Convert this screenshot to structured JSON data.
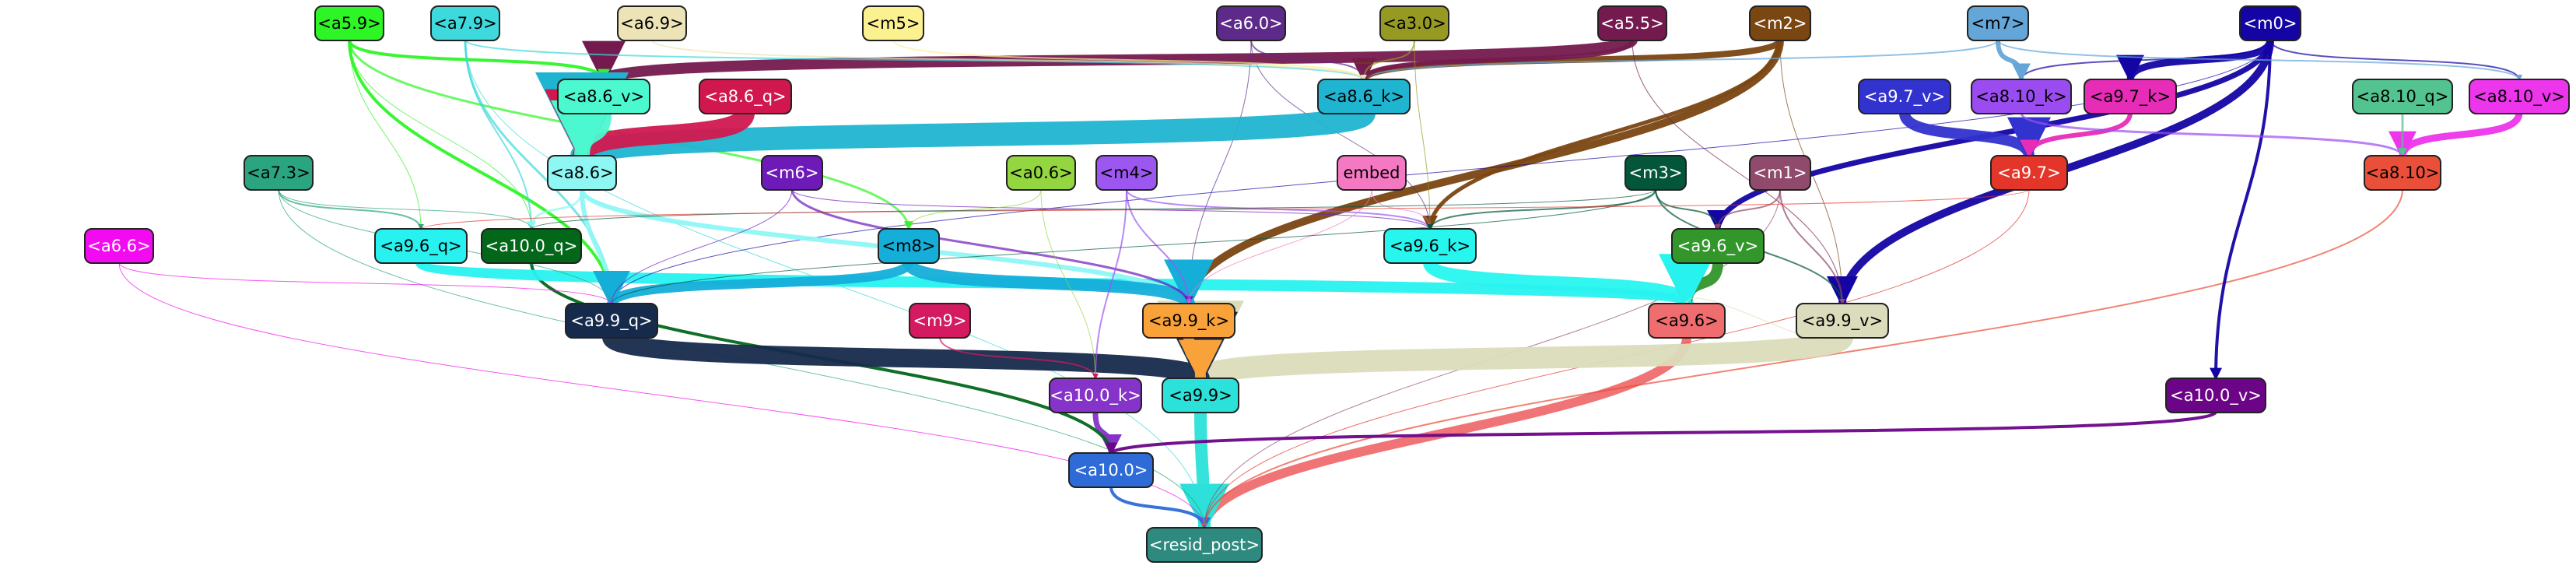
{
  "nodes": [
    {
      "id": "a5_9",
      "label": "<a5.9>",
      "color": "#2df526"
    },
    {
      "id": "a7_9",
      "label": "<a7.9>",
      "color": "#3dd9dc"
    },
    {
      "id": "a6_9",
      "label": "<a6.9>",
      "color": "#ece4b7"
    },
    {
      "id": "m5",
      "label": "<m5>",
      "color": "#fcf190"
    },
    {
      "id": "a6_0",
      "label": "<a6.0>",
      "color": "#5d2a8a"
    },
    {
      "id": "a3_0",
      "label": "<a3.0>",
      "color": "#979a22"
    },
    {
      "id": "a5_5",
      "label": "<a5.5>",
      "color": "#751a4f"
    },
    {
      "id": "m2",
      "label": "<m2>",
      "color": "#7a4612"
    },
    {
      "id": "m7",
      "label": "<m7>",
      "color": "#64a6d8"
    },
    {
      "id": "m0",
      "label": "<m0>",
      "color": "#1404a4"
    },
    {
      "id": "a8_6_v",
      "label": "<a8.6_v>",
      "color": "#4cf8d0"
    },
    {
      "id": "a8_6_q",
      "label": "<a8.6_q>",
      "color": "#d0184f"
    },
    {
      "id": "a8_6_k",
      "label": "<a8.6_k>",
      "color": "#1fb4d0"
    },
    {
      "id": "a9_7_v",
      "label": "<a9.7_v>",
      "color": "#3232ce"
    },
    {
      "id": "a8_10_k",
      "label": "<a8.10_k>",
      "color": "#9b4cf1"
    },
    {
      "id": "a9_7_k",
      "label": "<a9.7_k>",
      "color": "#e72cb7"
    },
    {
      "id": "a8_10_q",
      "label": "<a8.10_q>",
      "color": "#53c390"
    },
    {
      "id": "a8_10_v",
      "label": "<a8.10_v>",
      "color": "#ed35ec"
    },
    {
      "id": "a7_3",
      "label": "<a7.3>",
      "color": "#2ba57f"
    },
    {
      "id": "a8_6",
      "label": "<a8.6>",
      "color": "#8ef7f4"
    },
    {
      "id": "m6",
      "label": "<m6>",
      "color": "#6d1ab9"
    },
    {
      "id": "a0_6",
      "label": "<a0.6>",
      "color": "#94d640"
    },
    {
      "id": "m4",
      "label": "<m4>",
      "color": "#9b57f0"
    },
    {
      "id": "embed",
      "label": "embed",
      "color": "#f578c3"
    },
    {
      "id": "m3",
      "label": "<m3>",
      "color": "#03563a"
    },
    {
      "id": "m1",
      "label": "<m1>",
      "color": "#8f4a6c"
    },
    {
      "id": "a9_7",
      "label": "<a9.7>",
      "color": "#e3352a"
    },
    {
      "id": "a8_10",
      "label": "<a8.10>",
      "color": "#ea4f39"
    },
    {
      "id": "a6_6",
      "label": "<a6.6>",
      "color": "#f20bf0"
    },
    {
      "id": "a9_6_q",
      "label": "<a9.6_q>",
      "color": "#28f2f0"
    },
    {
      "id": "a10_0_q",
      "label": "<a10.0_q>",
      "color": "#03671a"
    },
    {
      "id": "m8",
      "label": "<m8>",
      "color": "#15aed9"
    },
    {
      "id": "a9_6_k",
      "label": "<a9.6_k>",
      "color": "#27f6ef"
    },
    {
      "id": "a9_6_v",
      "label": "<a9.6_v>",
      "color": "#32962b"
    },
    {
      "id": "a9_9_q",
      "label": "<a9.9_q>",
      "color": "#162a4b"
    },
    {
      "id": "m9",
      "label": "<m9>",
      "color": "#d41a61"
    },
    {
      "id": "a9_9_k",
      "label": "<a9.9_k>",
      "color": "#f9a239"
    },
    {
      "id": "a9_6",
      "label": "<a9.6>",
      "color": "#ef6d6e"
    },
    {
      "id": "a9_9_v",
      "label": "<a9.9_v>",
      "color": "#dbdcbb"
    },
    {
      "id": "a10_0_k",
      "label": "<a10.0_k>",
      "color": "#8533c9"
    },
    {
      "id": "a9_9",
      "label": "<a9.9>",
      "color": "#2be1d9"
    },
    {
      "id": "a10_0_v",
      "label": "<a10.0_v>",
      "color": "#6c0488"
    },
    {
      "id": "a10_0",
      "label": "<a10.0>",
      "color": "#2e6bd6"
    },
    {
      "id": "resid_post",
      "label": "<resid_post>",
      "color": "#2e8a7e"
    }
  ],
  "edges": [
    {
      "from": "a9_6",
      "to": "resid_post",
      "color": "#ef6d6e",
      "weight": 12
    },
    {
      "from": "a9_9",
      "to": "resid_post",
      "color": "#2be1d9",
      "weight": 16
    },
    {
      "from": "a10_0",
      "to": "resid_post",
      "color": "#2e6bd6",
      "weight": 4
    },
    {
      "from": "a8_10",
      "to": "resid_post",
      "color": "#ea4f39",
      "weight": 2
    },
    {
      "from": "a9_7",
      "to": "resid_post",
      "color": "#e3352a",
      "weight": 1
    },
    {
      "from": "a6_6",
      "to": "resid_post",
      "color": "#f20bf0",
      "weight": 1
    },
    {
      "from": "a7_9",
      "to": "resid_post",
      "color": "#3dd9dc",
      "weight": 1
    },
    {
      "from": "a7_3",
      "to": "resid_post",
      "color": "#2ba57f",
      "weight": 1
    },
    {
      "from": "m1",
      "to": "resid_post",
      "color": "#8f4a6c",
      "weight": 1
    },
    {
      "from": "a10_0_k",
      "to": "a10_0",
      "color": "#8533c9",
      "weight": 7
    },
    {
      "from": "a10_0_q",
      "to": "a10_0",
      "color": "#03671a",
      "weight": 4
    },
    {
      "from": "a10_0_v",
      "to": "a10_0",
      "color": "#6c0488",
      "weight": 4
    },
    {
      "from": "a9_9_v",
      "to": "a9_9",
      "color": "#dbdcbb",
      "weight": 28
    },
    {
      "from": "a9_9_q",
      "to": "a9_9",
      "color": "#162a4b",
      "weight": 24
    },
    {
      "from": "a9_9_k",
      "to": "a9_9",
      "color": "#f9a239",
      "weight": 14
    },
    {
      "from": "a9_6_k",
      "to": "a9_6",
      "color": "#27f6ef",
      "weight": 18
    },
    {
      "from": "a9_6_v",
      "to": "a9_6",
      "color": "#32962b",
      "weight": 14
    },
    {
      "from": "a9_6_q",
      "to": "a9_6",
      "color": "#28f2f0",
      "weight": 14
    },
    {
      "from": "m2",
      "to": "a9_9_k",
      "color": "#7a4612",
      "weight": 10
    },
    {
      "from": "m2",
      "to": "a8_6_k",
      "color": "#7a4612",
      "weight": 8
    },
    {
      "from": "m2",
      "to": "a9_6_k",
      "color": "#7a4612",
      "weight": 5
    },
    {
      "from": "m2",
      "to": "a9_9_v",
      "color": "#7a4612",
      "weight": 1
    },
    {
      "from": "m0",
      "to": "a9_9_v",
      "color": "#1404a4",
      "weight": 10
    },
    {
      "from": "m0",
      "to": "a9_6_v",
      "color": "#1404a4",
      "weight": 7
    },
    {
      "from": "m0",
      "to": "a9_7_k",
      "color": "#1404a4",
      "weight": 9
    },
    {
      "from": "m0",
      "to": "a10_0_v",
      "color": "#1404a4",
      "weight": 4
    },
    {
      "from": "m0",
      "to": "a8_10_v",
      "color": "#1404a4",
      "weight": 2
    },
    {
      "from": "m0",
      "to": "a8_10_k",
      "color": "#1404a4",
      "weight": 2
    },
    {
      "from": "m0",
      "to": "a9_9_q",
      "color": "#1404a4",
      "weight": 1
    },
    {
      "from": "m7",
      "to": "a8_10_k",
      "color": "#64a6d8",
      "weight": 6
    },
    {
      "from": "m7",
      "to": "a8_6_k",
      "color": "#64a6d8",
      "weight": 2
    },
    {
      "from": "m7",
      "to": "a8_10_v",
      "color": "#64a6d8",
      "weight": 2
    },
    {
      "from": "a9_7_v",
      "to": "a9_7",
      "color": "#3232ce",
      "weight": 14
    },
    {
      "from": "a9_7_k",
      "to": "a9_7",
      "color": "#e72cb7",
      "weight": 6
    },
    {
      "from": "a8_10_k",
      "to": "a8_10",
      "color": "#9b4cf1",
      "weight": 3
    },
    {
      "from": "a8_10_v",
      "to": "a8_10",
      "color": "#ed35ec",
      "weight": 9
    },
    {
      "from": "a8_10_q",
      "to": "a8_10",
      "color": "#53c390",
      "weight": 3
    },
    {
      "from": "a5_5",
      "to": "a8_6_v",
      "color": "#751a4f",
      "weight": 14
    },
    {
      "from": "a5_5",
      "to": "a8_6_k",
      "color": "#751a4f",
      "weight": 6
    },
    {
      "from": "a5_5",
      "to": "a9_9_v",
      "color": "#751a4f",
      "weight": 1
    },
    {
      "from": "a5_9",
      "to": "a8_6_v",
      "color": "#2df526",
      "weight": 4
    },
    {
      "from": "a5_9",
      "to": "a9_9_q",
      "color": "#2df526",
      "weight": 4
    },
    {
      "from": "a5_9",
      "to": "m8",
      "color": "#2df526",
      "weight": 3
    },
    {
      "from": "a5_9",
      "to": "a10_0_q",
      "color": "#2df526",
      "weight": 1
    },
    {
      "from": "a5_9",
      "to": "a9_6_q",
      "color": "#2df526",
      "weight": 1
    },
    {
      "from": "a7_9",
      "to": "a9_9_q",
      "color": "#3dd9dc",
      "weight": 3
    },
    {
      "from": "a7_9",
      "to": "a10_0_q",
      "color": "#3dd9dc",
      "weight": 2
    },
    {
      "from": "a7_9",
      "to": "a8_6_k",
      "color": "#3dd9dc",
      "weight": 2
    },
    {
      "from": "a6_0",
      "to": "a8_6_k",
      "color": "#5d2a8a",
      "weight": 2
    },
    {
      "from": "a6_0",
      "to": "a9_9_k",
      "color": "#5d2a8a",
      "weight": 1
    },
    {
      "from": "a6_0",
      "to": "a9_6_k",
      "color": "#5d2a8a",
      "weight": 1
    },
    {
      "from": "a3_0",
      "to": "a8_6_k",
      "color": "#979a22",
      "weight": 2
    },
    {
      "from": "a3_0",
      "to": "a9_6_k",
      "color": "#979a22",
      "weight": 1
    },
    {
      "from": "m5",
      "to": "a8_6_k",
      "color": "#fcf190",
      "weight": 2
    },
    {
      "from": "a6_9",
      "to": "a8_6_k",
      "color": "#ece4b7",
      "weight": 2
    },
    {
      "from": "a8_6_k",
      "to": "a8_6",
      "color": "#1fb4d0",
      "weight": 30
    },
    {
      "from": "a8_6_q",
      "to": "a8_6",
      "color": "#d0184f",
      "weight": 24
    },
    {
      "from": "a8_6_v",
      "to": "a8_6",
      "color": "#4cf8d0",
      "weight": 20
    },
    {
      "from": "a8_6",
      "to": "a9_9_q",
      "color": "#8ef7f4",
      "weight": 6
    },
    {
      "from": "a8_6",
      "to": "a9_9_k",
      "color": "#8ef7f4",
      "weight": 6
    },
    {
      "from": "a8_6",
      "to": "a10_0_q",
      "color": "#8ef7f4",
      "weight": 3
    },
    {
      "from": "m8",
      "to": "a9_9_k",
      "color": "#15aed9",
      "weight": 16
    },
    {
      "from": "m8",
      "to": "a9_9_q",
      "color": "#15aed9",
      "weight": 12
    },
    {
      "from": "m6",
      "to": "a9_9_k",
      "color": "#6d1ab9",
      "weight": 3
    },
    {
      "from": "m6",
      "to": "a9_9_q",
      "color": "#6d1ab9",
      "weight": 1
    },
    {
      "from": "m6",
      "to": "a9_6_k",
      "color": "#6d1ab9",
      "weight": 1
    },
    {
      "from": "m4",
      "to": "a9_9_k",
      "color": "#9b57f0",
      "weight": 2
    },
    {
      "from": "m4",
      "to": "a9_6_k",
      "color": "#9b57f0",
      "weight": 2
    },
    {
      "from": "m4",
      "to": "a10_0_k",
      "color": "#9b57f0",
      "weight": 2
    },
    {
      "from": "a0_6",
      "to": "m8",
      "color": "#94d640",
      "weight": 1
    },
    {
      "from": "a0_6",
      "to": "a10_0_k",
      "color": "#94d640",
      "weight": 1
    },
    {
      "from": "embed",
      "to": "a9_9_k",
      "color": "#f578c3",
      "weight": 1
    },
    {
      "from": "embed",
      "to": "a9_6_k",
      "color": "#f578c3",
      "weight": 1
    },
    {
      "from": "m3",
      "to": "a9_6_k",
      "color": "#03563a",
      "weight": 2
    },
    {
      "from": "m3",
      "to": "a9_9_v",
      "color": "#03563a",
      "weight": 2
    },
    {
      "from": "m3",
      "to": "a9_6_v",
      "color": "#03563a",
      "weight": 2
    },
    {
      "from": "m3",
      "to": "a10_0_q",
      "color": "#03563a",
      "weight": 1
    },
    {
      "from": "m3",
      "to": "a9_9_q",
      "color": "#03563a",
      "weight": 1
    },
    {
      "from": "m1",
      "to": "a9_6_v",
      "color": "#8f4a6c",
      "weight": 2
    },
    {
      "from": "m1",
      "to": "a9_9_v",
      "color": "#8f4a6c",
      "weight": 2
    },
    {
      "from": "a7_3",
      "to": "a9_6_q",
      "color": "#2ba57f",
      "weight": 2
    },
    {
      "from": "a7_3",
      "to": "a9_9_q",
      "color": "#2ba57f",
      "weight": 1
    },
    {
      "from": "a7_3",
      "to": "a10_0_q",
      "color": "#2ba57f",
      "weight": 1
    },
    {
      "from": "m9",
      "to": "a10_0_k",
      "color": "#d41a61",
      "weight": 2
    },
    {
      "from": "a6_6",
      "to": "a9_9_q",
      "color": "#f20bf0",
      "weight": 1
    },
    {
      "from": "a9_7",
      "to": "a9_6_q",
      "color": "#e3352a",
      "weight": 1
    },
    {
      "from": "a9_9_v",
      "to": "a9_6",
      "color": "#dbdcbb",
      "weight": 1
    }
  ]
}
